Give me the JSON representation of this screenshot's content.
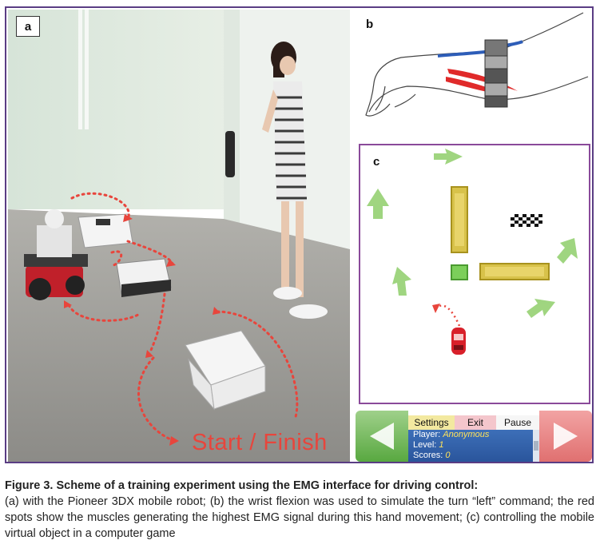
{
  "panels": {
    "a": {
      "label": "a",
      "overlay_text": "Start / Finish"
    },
    "b": {
      "label": "b"
    },
    "c": {
      "label": "c"
    }
  },
  "game_controls": {
    "tabs": {
      "settings": "Settings",
      "exit": "Exit",
      "pause": "Pause"
    },
    "info": {
      "player_label": "Player:",
      "player_value": "Anonymous",
      "level_label": "Level:",
      "level_value": "1",
      "scores_label": "Scores:",
      "scores_value": "0"
    },
    "left_icon": "triangle-left-icon",
    "right_icon": "triangle-right-icon"
  },
  "caption": {
    "title": "Figure 3. Scheme of a training experiment using the EMG interface for driving control:",
    "body": "(a) with the Pioneer 3DX mobile robot; (b) the wrist flexion was used to simulate the turn “left” command; the red spots show the muscles generating the highest EMG signal during this hand movement; (c) controlling the mobile virtual object in a computer game"
  },
  "colors": {
    "frame": "#5a3d84",
    "dotted_path": "#e8453c",
    "game_arrows": "#8fce6a",
    "block": "#d8c24a"
  }
}
